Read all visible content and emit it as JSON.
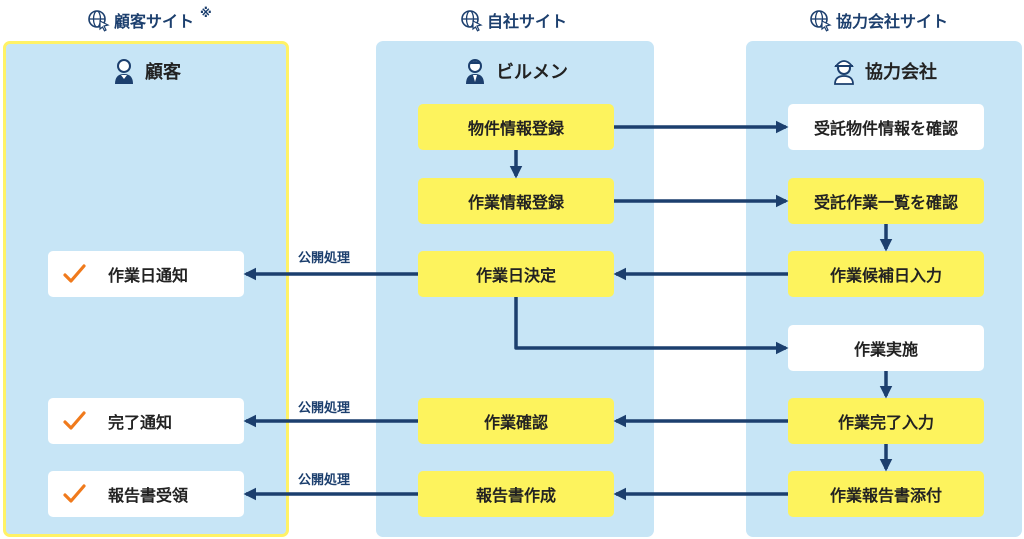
{
  "sites": {
    "customer": "顧客サイト",
    "customer_note": "※",
    "own": "自社サイト",
    "partner": "協力会社サイト"
  },
  "columns": {
    "customer": "顧客",
    "own": "ビルメン",
    "partner": "協力会社"
  },
  "own_steps": {
    "register_property": "物件情報登録",
    "register_work": "作業情報登録",
    "decide_date": "作業日決定",
    "confirm_work": "作業確認",
    "create_report": "報告書作成"
  },
  "partner_steps": {
    "confirm_property": "受託物件情報を確認",
    "confirm_work_list": "受託作業一覧を確認",
    "input_candidate_date": "作業候補日入力",
    "execute_work": "作業実施",
    "input_completion": "作業完了入力",
    "attach_report": "作業報告書添付"
  },
  "customer_steps": {
    "date_notice": "作業日通知",
    "completion_notice": "完了通知",
    "receive_report": "報告書受領"
  },
  "publish_label": "公開処理",
  "colors": {
    "panel": "#c7e5f6",
    "step_yellow": "#fdf35d",
    "arrow": "#1c3f6e",
    "check": "#f07a1c",
    "customer_border": "#fff266"
  },
  "icons": {
    "site": "globe-cursor-icon",
    "customer": "customer-avatar-icon",
    "own": "businessman-avatar-icon",
    "partner": "worker-helmet-avatar-icon",
    "check": "checkmark-icon"
  }
}
